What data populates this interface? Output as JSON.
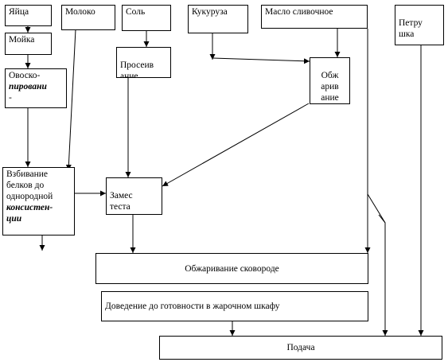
{
  "nodes": {
    "eggs": {
      "label": "Яйца"
    },
    "milk": {
      "label": "Молоко"
    },
    "salt": {
      "label": "Соль"
    },
    "corn": {
      "label": "Кукуруза"
    },
    "butter": {
      "label": "Масло сливочное"
    },
    "parsley": {
      "label": "Петру\nшка"
    },
    "washing": {
      "label": "Мойка"
    },
    "ovoscoping": {
      "line1": "Овоско-",
      "line2": "пировани",
      "line3": "-"
    },
    "sifting": {
      "label": "Просеив\nание"
    },
    "frying": {
      "label": "Обж\nарив\nание"
    },
    "whipping": {
      "line1": "Взбивание",
      "line2": "белков до",
      "line3": "однородной",
      "line4": "консистен-",
      "line5": "ции"
    },
    "kneading": {
      "label": "Замес\nтеста"
    },
    "pan_frying": {
      "label": "Обжаривание сковороде"
    },
    "oven": {
      "label": "Доведение до готовности в жарочном шкафу"
    },
    "serving": {
      "label": "Подача"
    }
  }
}
